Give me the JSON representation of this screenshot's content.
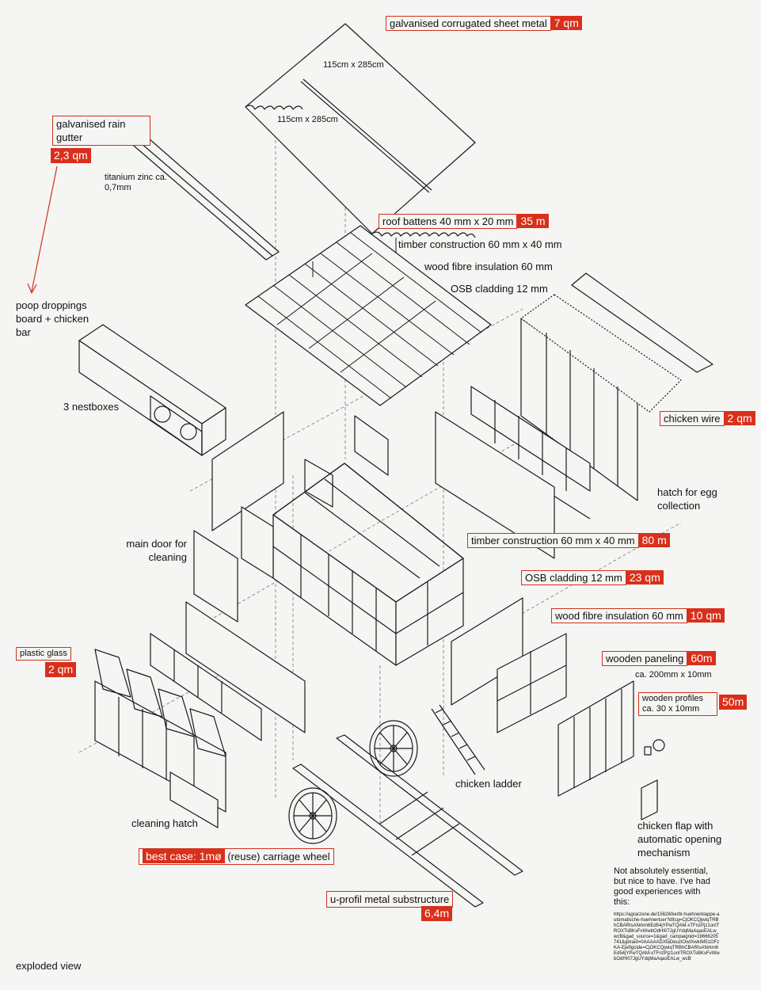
{
  "labels": {
    "roof_sheet": "galvanised corrugated sheet metal",
    "roof_sheet_qty": "7 qm",
    "dim_upper": "115cm x 285cm",
    "dim_lower": "115cm x 285cm",
    "gutter": "galvanised rain gutter",
    "gutter_qty": "2,3 qm",
    "gutter_material": "titanium zinc ca. 0,7mm",
    "roof_battens": "roof battens 40 mm x 20 mm",
    "roof_battens_qty": "35 m",
    "roof_timber": "timber construction 60 mm x 40 mm",
    "roof_insulation": "wood fibre insulation 60 mm",
    "roof_osb": "OSB cladding 12 mm",
    "poop_board": "poop droppings board + chicken bar",
    "nestboxes": "3 nestboxes",
    "chicken_wire": "chicken wire",
    "chicken_wire_qty": "2 qm",
    "hatch_egg": "hatch for egg collection",
    "main_door": "main door for cleaning",
    "timber": "timber construction 60 mm x 40 mm",
    "timber_qty": "80 m",
    "osb": "OSB cladding 12 mm",
    "osb_qty": "23 qm",
    "insulation": "wood fibre insulation 60 mm",
    "insulation_qty": "10 qm",
    "paneling": "wooden paneling",
    "paneling_qty": "60m",
    "paneling_dim": "ca. 200mm x 10mm",
    "profiles": "wooden profiles ca. 30 x 10mm",
    "profiles_qty": "50m",
    "plastic_glass": "plastic glass",
    "plastic_glass_qty": "2 qm",
    "chicken_ladder": "chicken ladder",
    "chicken_flap": "chicken flap with automatic opening mechanism",
    "cleaning_hatch": "cleaning hatch",
    "wheel_best": "best case: 1mø",
    "wheel_reuse": "(reuse) carriage wheel",
    "substructure": "u-profil metal substructure",
    "substructure_qty": "6,4m",
    "note": "Not absolutely essential, but nice to have. I've had good experiences with this:",
    "url": "https://agrarzone.de/15628/kerbl-huehnerklappe-automatische-huehnertuer?dItcg=CjOKCQjwIqTRBhCBARIsANrkm6Ed54jYPwTQAM-xTFnzPjz1onlTROXTsBKxFvWwbOdHI07JgUYdqMaAqasEALw_wcB&gad_source=1&gad_campaignid=19666205741&gbraid=0AAAAADXfaDeuzIOwtXwkIM51OFzKA-EjefIgcide=CjOKCQjwIqTRBhCBARIsANrkm6Ed54jYPwTQAM-xTFnzPjz1onlTROXTsBKxFvWwbOdHI07JgUYdqMaAqasEALw_wcB",
    "view_title": "exploded view"
  }
}
